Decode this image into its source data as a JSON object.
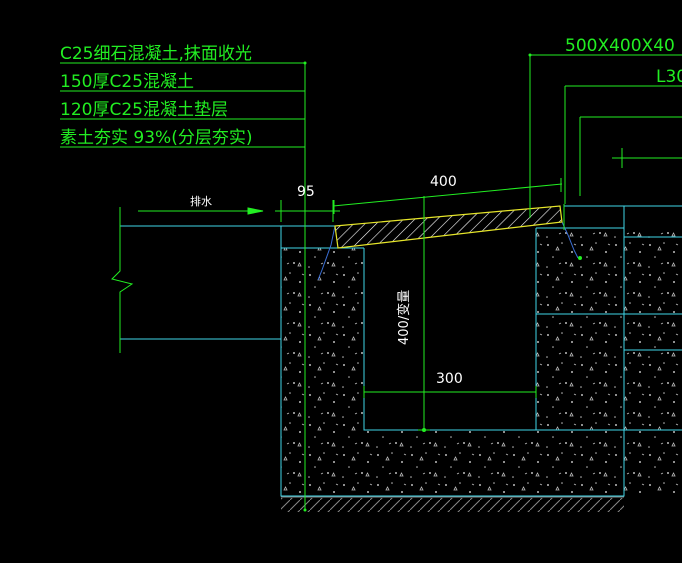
{
  "annotations": {
    "layer1": "C25细石混凝土,抹面收光",
    "layer2": "150厚C25混凝土",
    "layer3": "120厚C25混凝土垫层",
    "layer4": "素土夯实 93%(分层夯实)",
    "top_right_spec": "500X400X40",
    "top_right_code": "L30"
  },
  "dimensions": {
    "flow_label": "排水",
    "gap": "95",
    "cover_width": "400",
    "channel_depth": "400/变量",
    "channel_width": "300"
  },
  "colors": {
    "background": "#000000",
    "annotation": "#22ee22",
    "outline": "#3fd6e8",
    "cover_edge": "#e6e62a",
    "dimension_text": "#ffffff",
    "fill_dots": "#bdbdbd"
  }
}
